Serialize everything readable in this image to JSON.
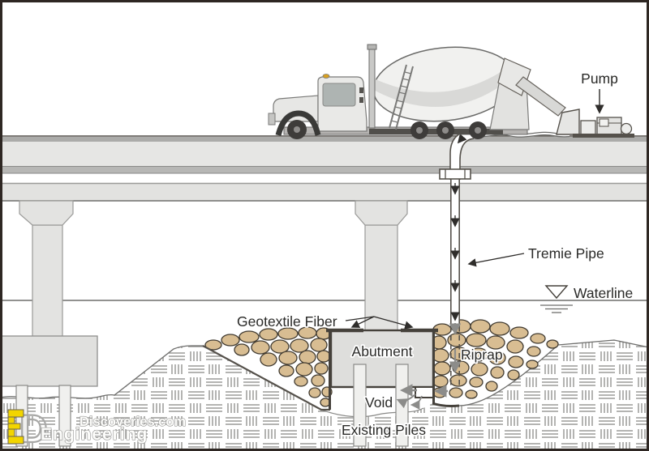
{
  "labels": {
    "pump": "Pump",
    "tremie_pipe": "Tremie Pipe",
    "waterline": "Waterline",
    "geotextile_fiber": "Geotextile Fiber",
    "abutment": "Abutment",
    "riprap": "Riprap",
    "void": "Void",
    "existing_piles": "Existing Piles"
  },
  "watermark": {
    "logo_e": "E",
    "logo_d": "D",
    "line1": "Engineering",
    "line2": "Discoveries.com"
  },
  "colors": {
    "stone_fill": "#D8BD92",
    "stone_outline": "#403A30",
    "concrete_light": "#E5E5E3",
    "concrete_mid": "#B4B4B2",
    "outline_dark": "#45413B",
    "soil_hatch": "#9B9B99",
    "flow_arrow_gray": "#8C8C8A",
    "watermark_yellow": "#F2D500",
    "background": "#FFFFFF"
  }
}
